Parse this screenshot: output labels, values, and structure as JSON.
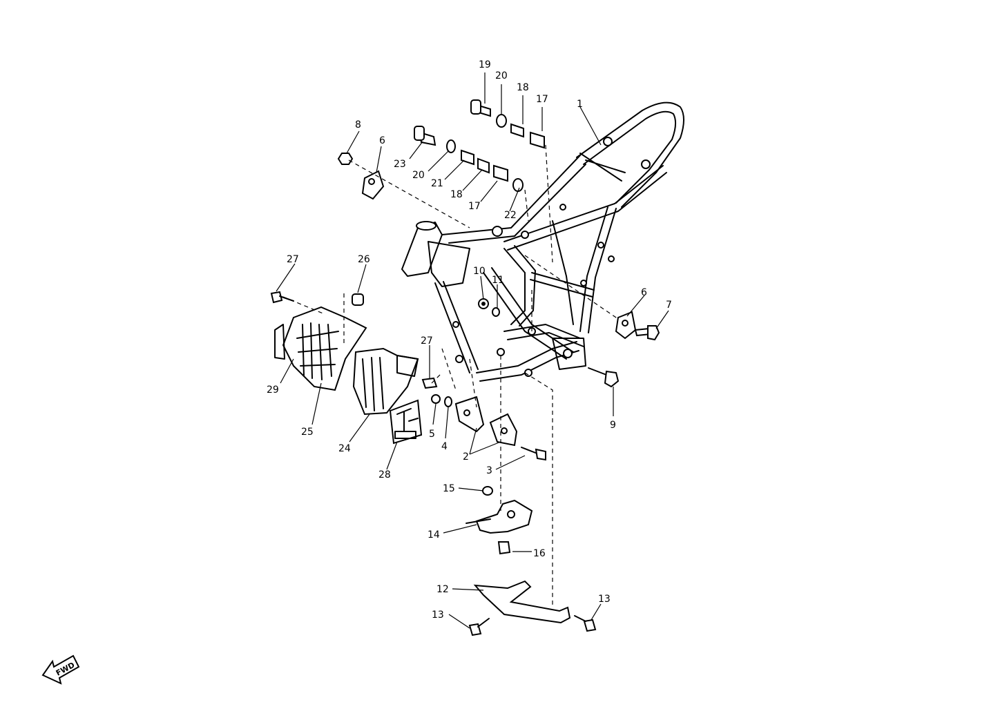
{
  "diagram": {
    "callouts": {
      "c1": "1",
      "c2": "2",
      "c3": "3",
      "c4": "4",
      "c5": "5",
      "c6a": "6",
      "c6b": "6",
      "c7": "7",
      "c8": "8",
      "c9": "9",
      "c10": "10",
      "c11": "11",
      "c12": "12",
      "c13a": "13",
      "c13b": "13",
      "c14": "14",
      "c15": "15",
      "c16": "16",
      "c17a": "17",
      "c17b": "17",
      "c18a": "18",
      "c18b": "18",
      "c19": "19",
      "c20a": "20",
      "c20b": "20",
      "c21": "21",
      "c22": "22",
      "c23": "23",
      "c24": "24",
      "c25": "25",
      "c26": "26",
      "c27a": "27",
      "c27b": "27",
      "c28": "28",
      "c29": "29"
    },
    "fwd_label": "FWD"
  }
}
